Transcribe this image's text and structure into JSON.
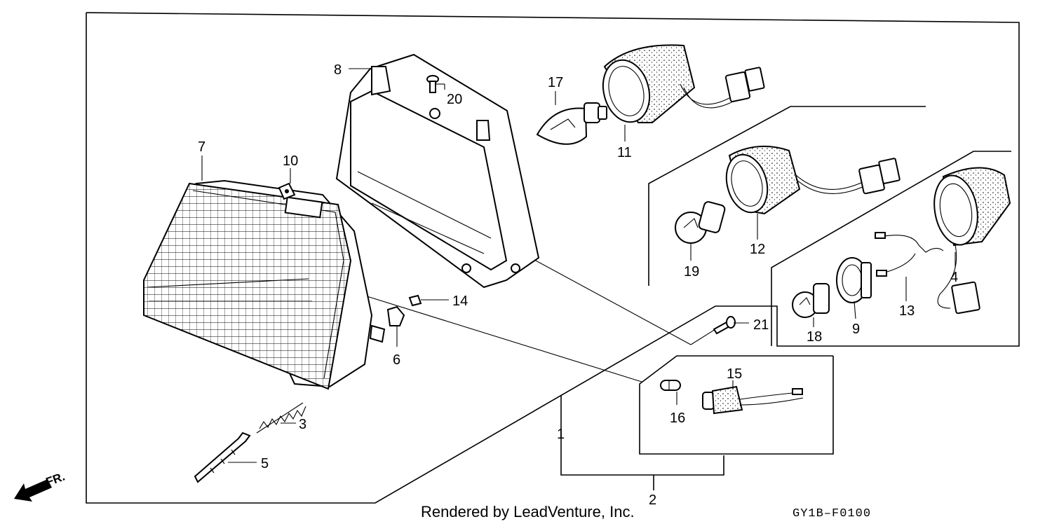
{
  "parts": {
    "p1": "1",
    "p2": "2",
    "p3": "3",
    "p4": "4",
    "p5": "5",
    "p6": "6",
    "p7": "7",
    "p8": "8",
    "p9": "9",
    "p10": "10",
    "p11": "11",
    "p12": "12",
    "p13": "13",
    "p14": "14",
    "p15": "15",
    "p16": "16",
    "p17": "17",
    "p18": "18",
    "p19": "19",
    "p20": "20",
    "p21": "21"
  },
  "front_indicator": "FR.",
  "footer": {
    "credit": "Rendered by LeadVenture, Inc.",
    "diagram_code": "GY1B–F0100"
  }
}
